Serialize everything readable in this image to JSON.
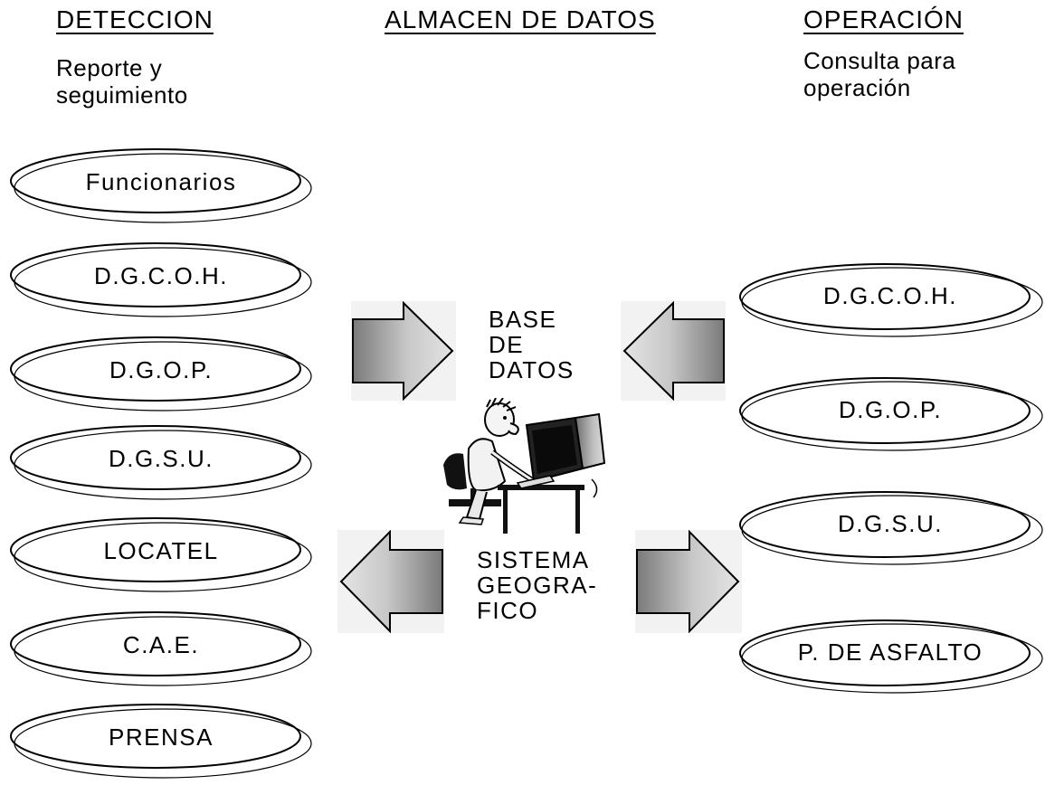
{
  "headings": {
    "detection": "DETECCION",
    "storage": "ALMACEN DE DATOS",
    "operation": "OPERACIÓN"
  },
  "subtitles": {
    "detection_line1": "Reporte y",
    "detection_line2": "seguimiento",
    "operation_line1": "Consulta para",
    "operation_line2": "operación"
  },
  "left_nodes": [
    "Funcionarios",
    "D.G.C.O.H.",
    "D.G.O.P.",
    "D.G.S.U.",
    "LOCATEL",
    "C.A.E.",
    "PRENSA"
  ],
  "right_nodes": [
    "D.G.C.O.H.",
    "D.G.O.P.",
    "D.G.S.U.",
    "P. DE ASFALTO"
  ],
  "center": {
    "database_lines": [
      "BASE",
      "DE",
      "DATOS"
    ],
    "gis_lines": [
      "SISTEMA",
      "GEOGRA-",
      "FICO"
    ]
  },
  "icons": {
    "person_at_computer": "person-at-computer-icon"
  }
}
